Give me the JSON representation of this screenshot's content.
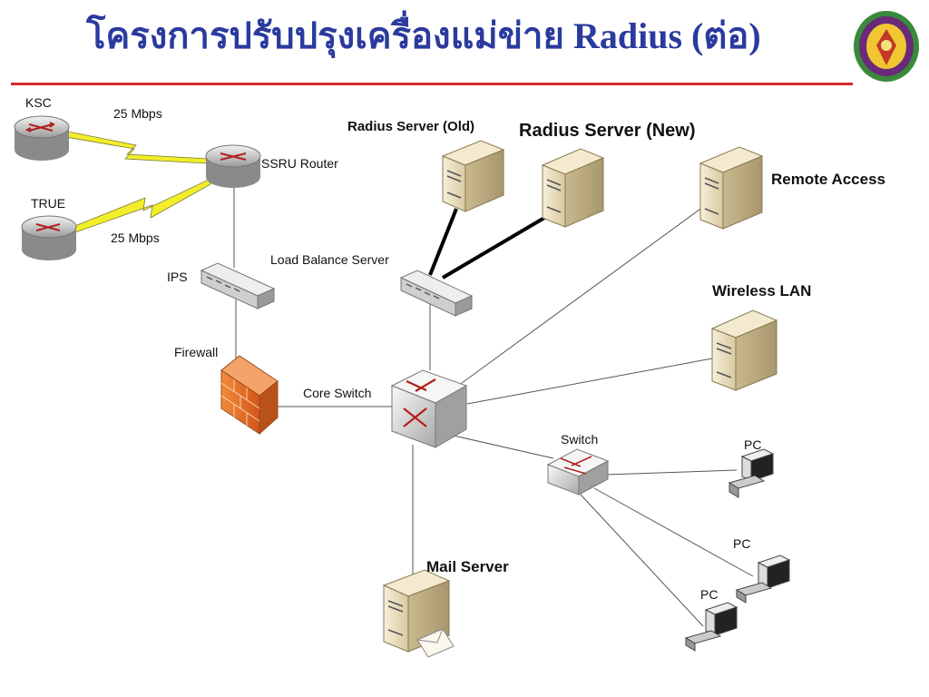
{
  "title": "โครงการปรับปรุงเครื่องแม่ข่าย Radius (ต่อ)",
  "colors": {
    "title": "#2b3a9e",
    "rule": "#d42a2a",
    "radius_label": "#d42a2a",
    "firewall": "#e8721f",
    "link_bolt": "#f2ee2a"
  },
  "nodes": {
    "ksc": {
      "label": "KSC",
      "icon": "router-icon"
    },
    "true": {
      "label": "TRUE",
      "icon": "router-icon"
    },
    "ssru_router": {
      "label": "SSRU Router",
      "icon": "router-icon"
    },
    "ips": {
      "label": "IPS",
      "icon": "ips-appliance-icon"
    },
    "firewall": {
      "label": "Firewall",
      "icon": "firewall-icon"
    },
    "core_switch": {
      "label": "Core Switch",
      "icon": "core-switch-icon"
    },
    "load_balance": {
      "label": "Load Balance Server",
      "icon": "load-balancer-icon"
    },
    "radius_old": {
      "label": "Radius Server (Old)",
      "icon": "server-icon"
    },
    "radius_new": {
      "label": "Radius Server (New)",
      "icon": "server-icon"
    },
    "remote_access": {
      "label": "Remote Access",
      "icon": "server-icon"
    },
    "wireless_lan": {
      "label": "Wireless LAN",
      "icon": "server-icon"
    },
    "switch": {
      "label": "Switch",
      "icon": "switch-icon"
    },
    "pc1": {
      "label": "PC",
      "icon": "pc-icon"
    },
    "pc2": {
      "label": "PC",
      "icon": "pc-icon"
    },
    "pc3": {
      "label": "PC",
      "icon": "pc-icon"
    },
    "mail_server": {
      "label": "Mail Server",
      "icon": "mail-server-icon"
    }
  },
  "links": {
    "ksc_speed": "25 Mbps",
    "true_speed": "25 Mbps"
  }
}
